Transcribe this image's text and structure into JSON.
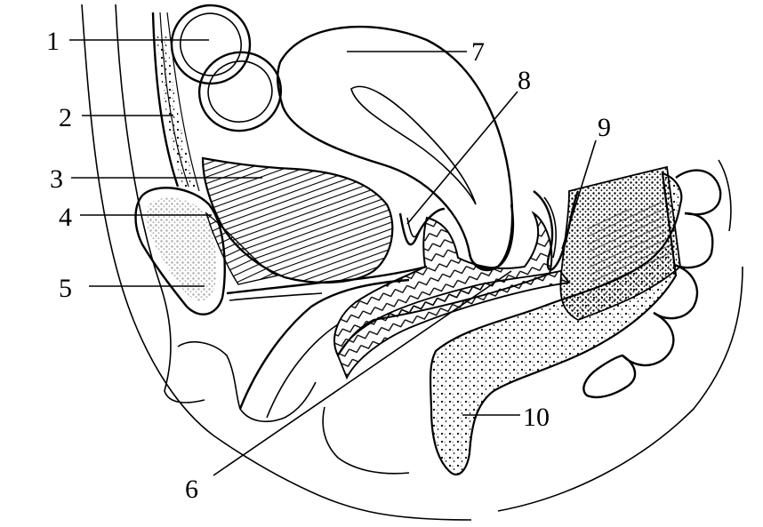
{
  "labels": [
    {
      "id": "1",
      "text": "1"
    },
    {
      "id": "2",
      "text": "2"
    },
    {
      "id": "3",
      "text": "3"
    },
    {
      "id": "4",
      "text": "4"
    },
    {
      "id": "5",
      "text": "5"
    },
    {
      "id": "6",
      "text": "6"
    },
    {
      "id": "7",
      "text": "7"
    },
    {
      "id": "8",
      "text": "8"
    },
    {
      "id": "9",
      "text": "9"
    },
    {
      "id": "10",
      "text": "10"
    }
  ],
  "colors": {
    "ink": "#000000",
    "paper": "#ffffff",
    "fill": "#e8e8e8"
  }
}
